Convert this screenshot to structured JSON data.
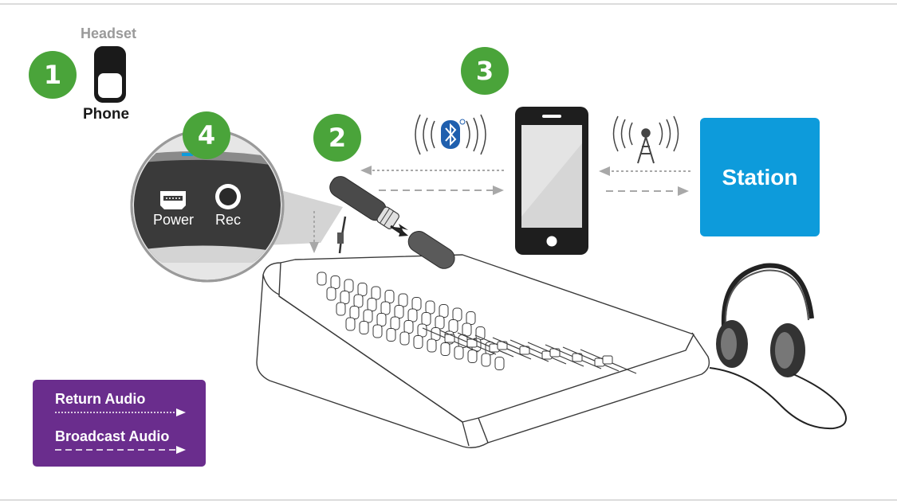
{
  "steps": {
    "step1": "1",
    "step2": "2",
    "step3": "3",
    "step4": "4"
  },
  "switch": {
    "top_label": "Headset",
    "bottom_label": "Phone"
  },
  "zoom": {
    "power_label": "Power",
    "rec_label": "Rec"
  },
  "station": {
    "label": "Station"
  },
  "legend": {
    "return_label": "Return Audio",
    "broadcast_label": "Broadcast Audio"
  },
  "colors": {
    "badge_green": "#4aa43a",
    "station_blue": "#0d9bdb",
    "legend_purple": "#6a2d8d",
    "bluetooth_blue": "#1f5fae",
    "outline": "#3a3a3a",
    "arrow_gray": "#a8a8a8"
  },
  "icons": {
    "bluetooth": "bluetooth-icon",
    "antenna": "broadcast-tower-icon",
    "usb": "mini-usb-port-icon"
  }
}
